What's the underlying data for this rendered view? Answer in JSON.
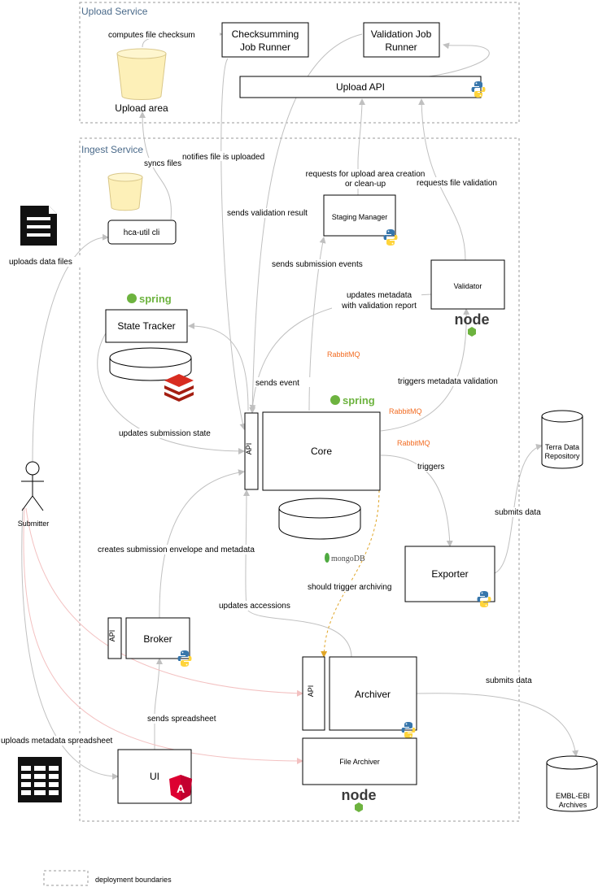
{
  "groups": {
    "upload_service": "Upload Service",
    "ingest_service": "Ingest Service"
  },
  "components": {
    "checksumming_runner": [
      "Checksumming",
      "Job Runner"
    ],
    "validation_runner": [
      "Validation Job",
      "Runner"
    ],
    "upload_api": "Upload API",
    "upload_area": "Upload area",
    "hca_util": "hca-util cli",
    "staging_manager": "Staging Manager",
    "validator": "Validator",
    "state_tracker": "State Tracker",
    "core": "Core",
    "core_api": "API",
    "exporter": "Exporter",
    "terra": [
      "Terra Data",
      "Repository"
    ],
    "broker": "Broker",
    "broker_api": "API",
    "archiver": "Archiver",
    "archiver_api": "API",
    "file_archiver": "File Archiver",
    "ui": "UI",
    "ebi": [
      "EMBL-EBI",
      "Archives"
    ],
    "submitter": "Submitter"
  },
  "logos": {
    "spring": "spring",
    "rabbitmq": "RabbitMQ",
    "mongodb": "mongoDB",
    "node": "node",
    "angular": "A"
  },
  "edge_labels": {
    "computes_checksum": "computes file checksum",
    "syncs_files": "syncs files",
    "notifies_uploaded": "notifies file is uploaded",
    "requests_area": [
      "requests for upload area creation",
      "or clean-up"
    ],
    "requests_validation": "requests file validation",
    "sends_validation_result": "sends validation result",
    "uploads_data_files": "uploads data files",
    "sends_submission_events": "sends submission events",
    "updates_metadata": [
      "updates metadata",
      "with validation report"
    ],
    "sends_event": "sends event",
    "triggers_validation": "triggers metadata validation",
    "updates_state": "updates submission state",
    "triggers": "triggers",
    "submits_data_terra": "submits data",
    "creates_envelope": "creates submission envelope and metadata",
    "should_trigger": "should trigger archiving",
    "updates_accessions": "updates accessions",
    "submits_data_ebi": "submits data",
    "sends_spreadsheet": "sends spreadsheet",
    "uploads_spreadsheet": "uploads metadata spreadsheet"
  },
  "legend": {
    "label": "deployment boundaries"
  },
  "colors": {
    "group_border": "#999999",
    "group_title": "#4a6a8a",
    "edge": "#c0c0c0",
    "edge_pink": "#f3c1c1",
    "edge_gold": "#e0a526",
    "bucket": "#fdf0b8",
    "redis": "#d82c20",
    "angular": "#dd0031",
    "python_blue": "#3776ab",
    "python_yellow": "#ffd43b"
  }
}
